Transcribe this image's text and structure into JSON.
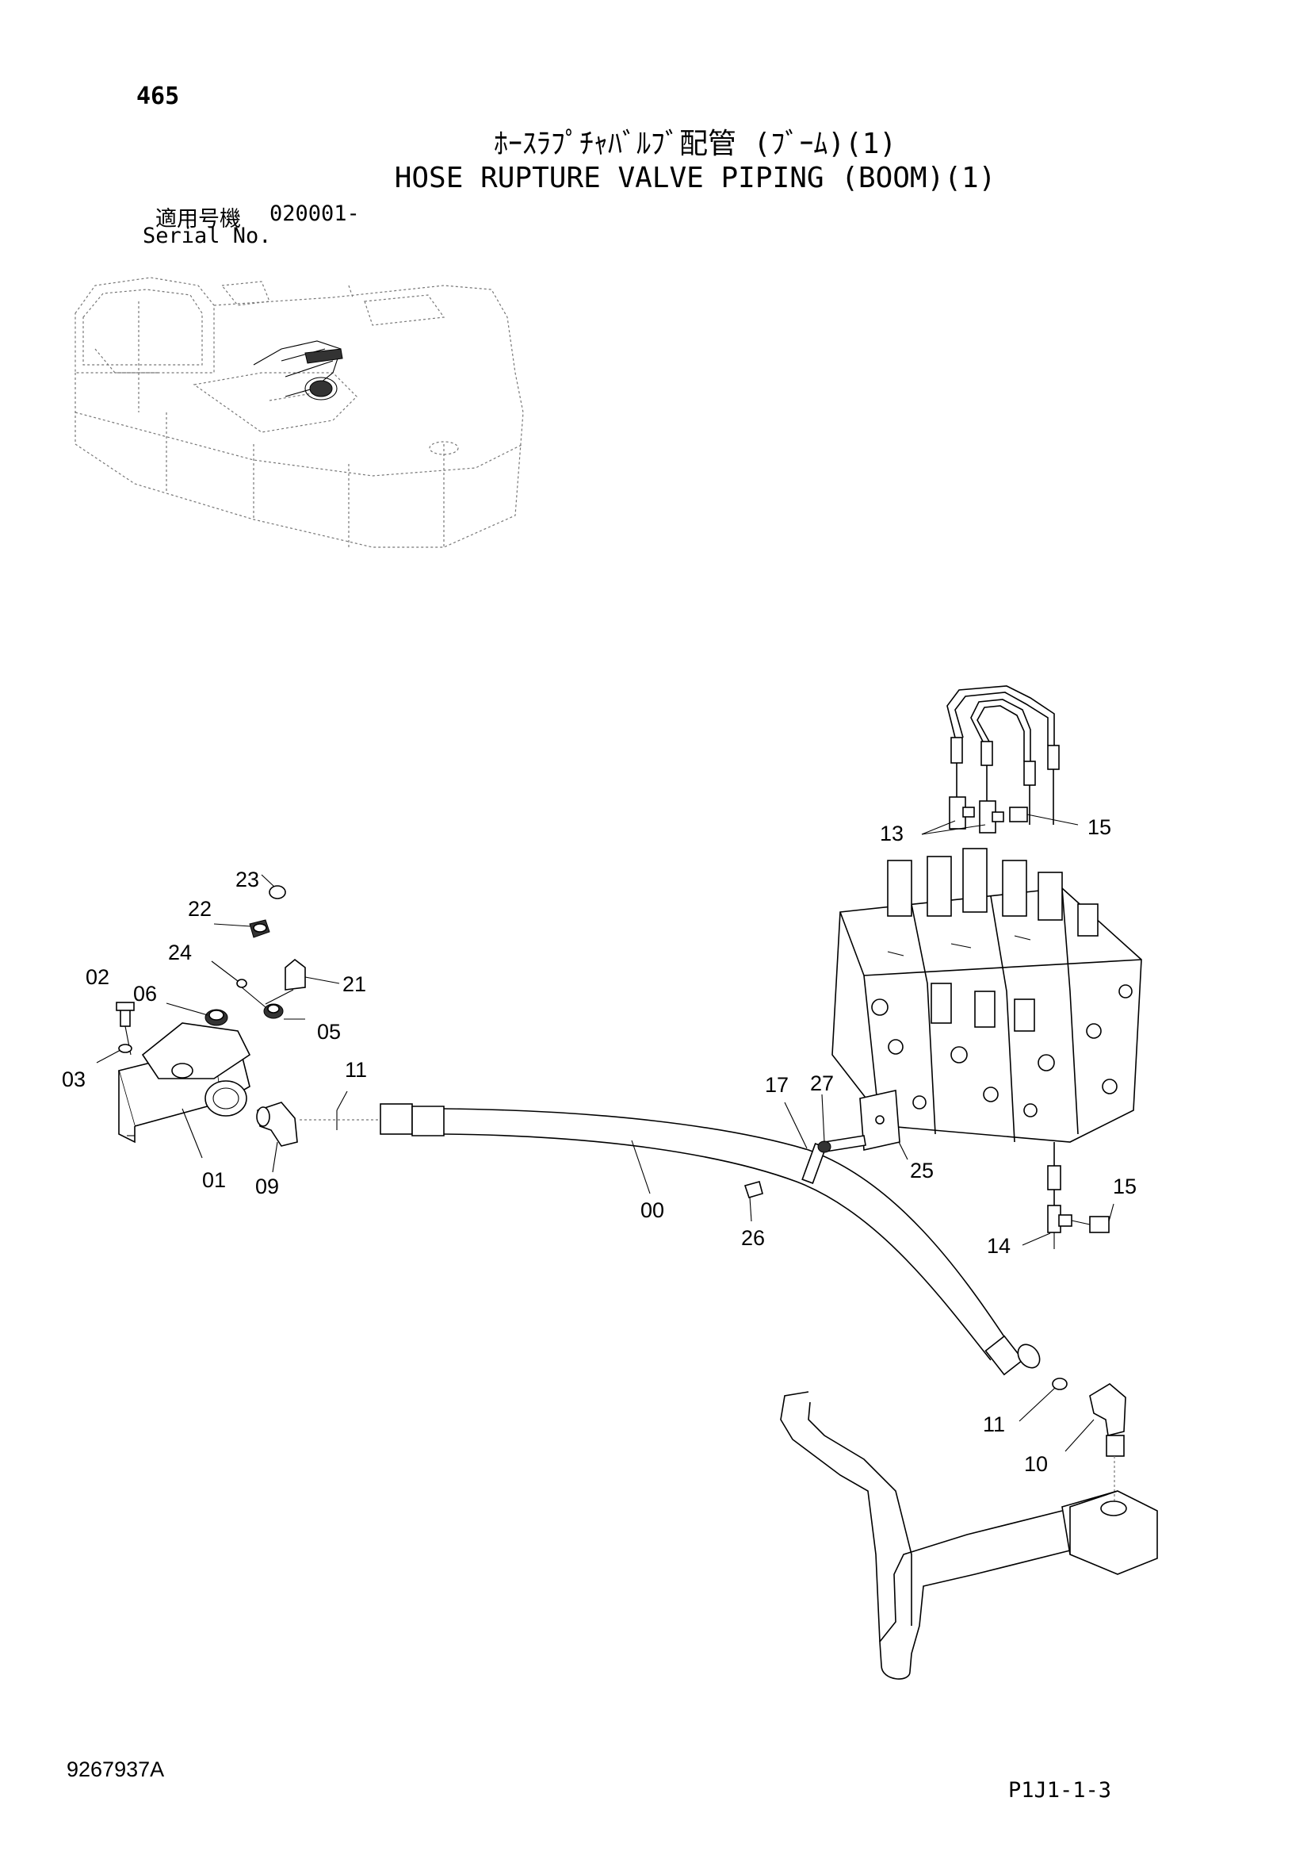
{
  "header": {
    "page_number": "465",
    "title_jp": "ﾎｰｽﾗﾌﾟﾁｬﾊﾞﾙﾌﾞ配管 (ﾌﾞｰﾑ)(1)",
    "title_en": "HOSE RUPTURE VALVE PIPING (BOOM)(1)",
    "serial_label_jp": "適用号機",
    "serial_value": "020001-",
    "serial_label_en": "Serial No."
  },
  "callouts": [
    "00",
    "01",
    "02",
    "03",
    "05",
    "06",
    "09",
    "10",
    "11",
    "11",
    "13",
    "14",
    "15",
    "15",
    "17",
    "21",
    "22",
    "23",
    "24",
    "25",
    "26",
    "27"
  ],
  "footer": {
    "doc_id": "9267937A",
    "ref_code": "P1J1-1-3"
  }
}
